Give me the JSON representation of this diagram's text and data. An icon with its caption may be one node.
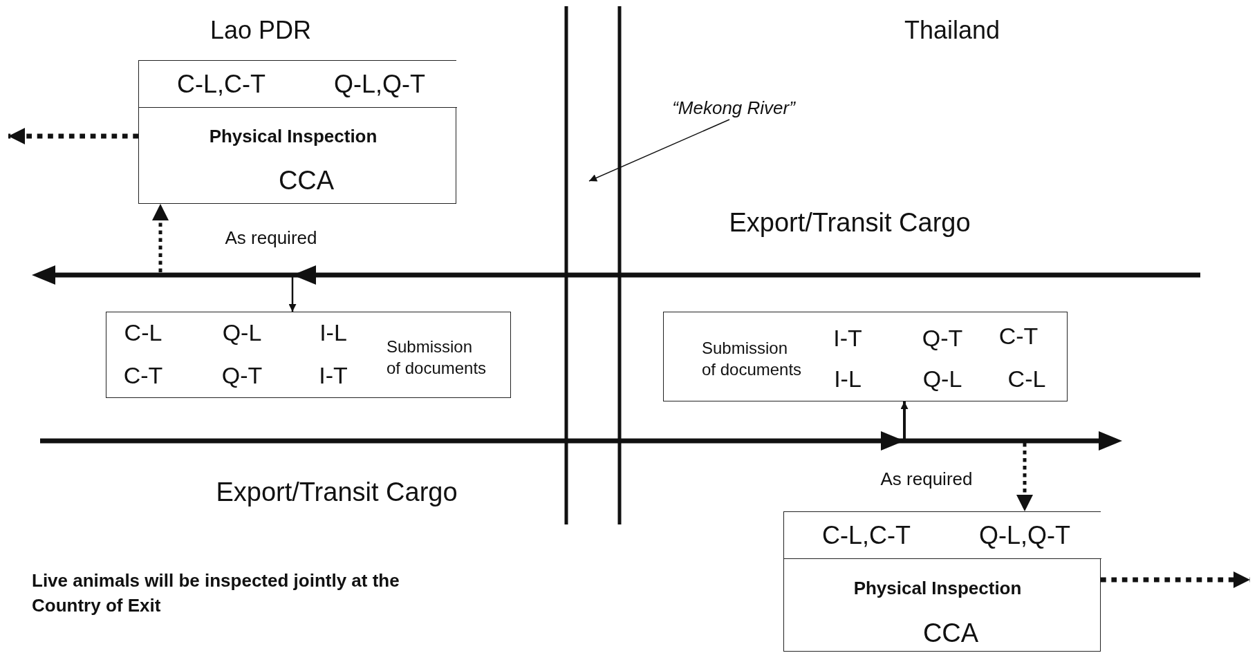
{
  "diagram": {
    "nodes": [
      {
        "text": [
          "Physical Inspection",
          "CCA"
        ]
      },
      {
        "text": [
          "C-L,C-T"
        ],
        "in": 0
      },
      {
        "text": [
          "Q-L,Q-T"
        ],
        "in": 0
      },
      {
        "text": [
          "“Mekong River”"
        ]
      },
      {
        "text": [
          "C-L",
          "Q-L",
          "I-L",
          "C-T",
          "Q-T",
          "I-T",
          "Submission of documents"
        ]
      },
      {
        "text": [
          "Submission of documents",
          "I-T",
          "Q-T",
          "C-T",
          "I-L",
          "Q-L",
          "C-L"
        ]
      },
      {
        "text": [
          "Physical Inspection",
          "CCA"
        ]
      },
      {
        "text": [
          "C-L,C-T"
        ],
        "in": 6
      },
      {
        "text": [
          "Q-L,Q-T"
        ],
        "in": 6
      }
    ],
    "edges": [
      {
        "from": null,
        "to": 0,
        "arrow": "to",
        "style": "dashed"
      },
      {
        "from": 0,
        "to": null,
        "arrow": "to",
        "style": "dashed"
      },
      {
        "from": null,
        "to": 4,
        "arrow": "to"
      },
      {
        "from": null,
        "to": 5,
        "arrow": "to"
      },
      {
        "from": null,
        "to": 6,
        "arrow": "to",
        "style": "dashed"
      },
      {
        "from": 6,
        "to": null,
        "arrow": "to",
        "style": "dashed"
      },
      {
        "from": 3,
        "to": null,
        "arrow": "to"
      }
    ],
    "labels": [
      "Lao PDR",
      "Thailand",
      "Export/Transit Cargo",
      "As required",
      "As required",
      "Export/Transit Cargo",
      "Live animals will be inspected jointly at the Country of Exit"
    ]
  }
}
